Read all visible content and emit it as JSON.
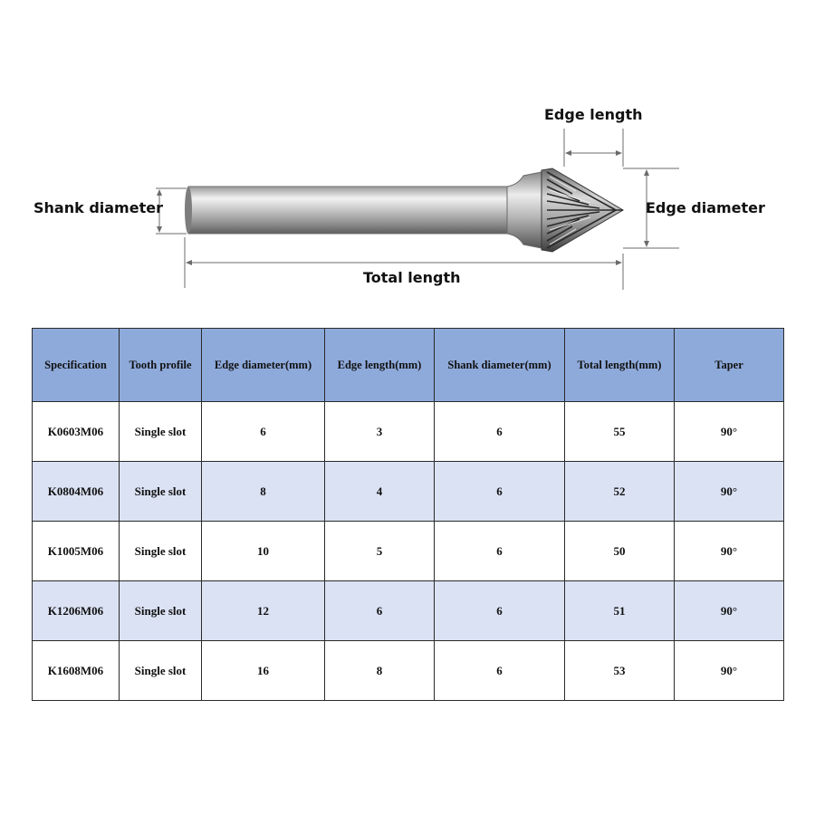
{
  "diagram": {
    "labels": {
      "edge_length": "Edge length",
      "edge_diameter": "Edge diameter",
      "shank_diameter": "Shank diameter",
      "total_length": "Total length"
    }
  },
  "table": {
    "headers": [
      "Specification",
      "Tooth profile",
      "Edge diameter(mm)",
      "Edge length(mm)",
      "Shank diameter(mm)",
      "Total length(mm)",
      "Taper"
    ],
    "rows": [
      [
        "K0603M06",
        "Single slot",
        "6",
        "3",
        "6",
        "55",
        "90°"
      ],
      [
        "K0804M06",
        "Single slot",
        "8",
        "4",
        "6",
        "52",
        "90°"
      ],
      [
        "K1005M06",
        "Single slot",
        "10",
        "5",
        "6",
        "50",
        "90°"
      ],
      [
        "K1206M06",
        "Single slot",
        "12",
        "6",
        "6",
        "51",
        "90°"
      ],
      [
        "K1608M06",
        "Single slot",
        "16",
        "8",
        "6",
        "53",
        "90°"
      ]
    ]
  },
  "colors": {
    "header_bg": "#8eaadb",
    "row_alt_bg": "#dbe2f4",
    "row_bg": "#ffffff"
  }
}
